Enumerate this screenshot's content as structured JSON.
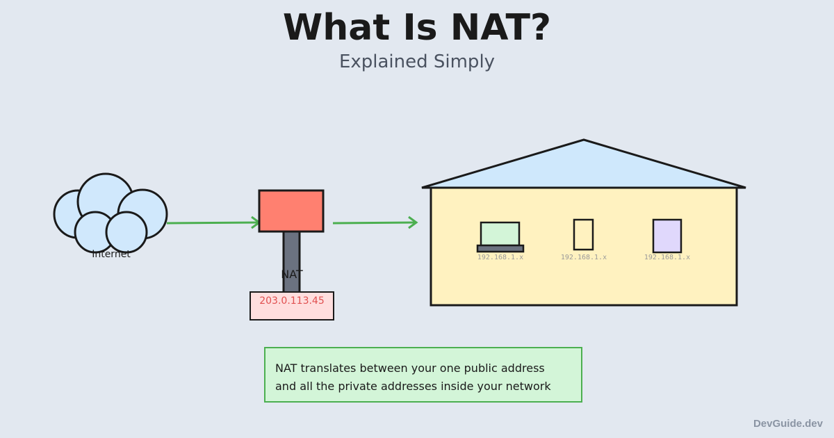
{
  "title": "What Is NAT?",
  "subtitle": "Explained Simply",
  "internet_label": "Internet",
  "nat_label": "NAT",
  "public_ip": "203.0.113.45",
  "devices": [
    {
      "type": "laptop",
      "ip": "192.168.1.x"
    },
    {
      "type": "phone",
      "ip": "192.168.1.x"
    },
    {
      "type": "tablet",
      "ip": "192.168.1.x"
    }
  ],
  "caption": {
    "line1": "NAT translates between your one public address",
    "line2": "and all the private addresses inside your network"
  },
  "brand": "DevGuide.dev",
  "colors": {
    "background": "#e2e8f0",
    "cloud": "#d0e8fc",
    "router": "#ff8070",
    "house": "#fff2c0",
    "roof": "#cfe8fc",
    "arrow": "#4caf50",
    "ip_text": "#e05050"
  }
}
